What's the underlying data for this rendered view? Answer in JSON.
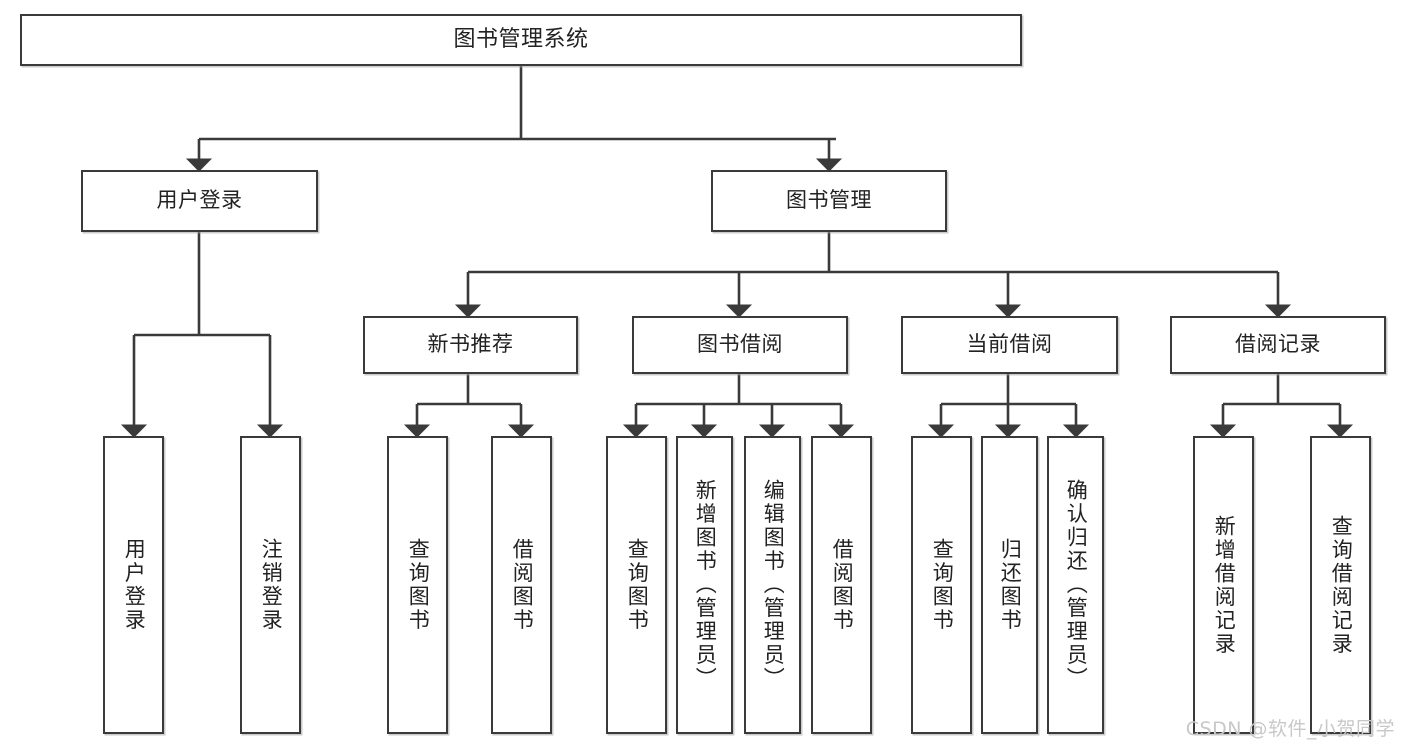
{
  "diagram": {
    "type": "tree-hierarchy-flowchart",
    "root": {
      "label": "图书管理系统"
    },
    "level2": [
      {
        "label": "用户登录"
      },
      {
        "label": "图书管理"
      }
    ],
    "level3": [
      {
        "label": "新书推荐"
      },
      {
        "label": "图书借阅"
      },
      {
        "label": "当前借阅"
      },
      {
        "label": "借阅记录"
      }
    ],
    "leaves": {
      "user_login": [
        {
          "label": "用户登录"
        },
        {
          "label": "注销登录"
        }
      ],
      "new_book_recommend": [
        {
          "label": "查询图书"
        },
        {
          "label": "借阅图书"
        }
      ],
      "book_borrow": [
        {
          "label": "查询图书"
        },
        {
          "label": "新增图书（管理员）"
        },
        {
          "label": "编辑图书（管理员）"
        },
        {
          "label": "借阅图书"
        }
      ],
      "current_borrow": [
        {
          "label": "查询图书"
        },
        {
          "label": "归还图书"
        },
        {
          "label": "确认归还（管理员）"
        }
      ],
      "borrow_record": [
        {
          "label": "新增借阅记录"
        },
        {
          "label": "查询借阅记录"
        }
      ]
    },
    "colors": {
      "stroke": "#3a3a3a",
      "fill": "#ffffff",
      "text": "#222222",
      "watermark": "#c8c8c8"
    }
  },
  "watermark": {
    "text": "CSDN @软件_小贺同学"
  }
}
